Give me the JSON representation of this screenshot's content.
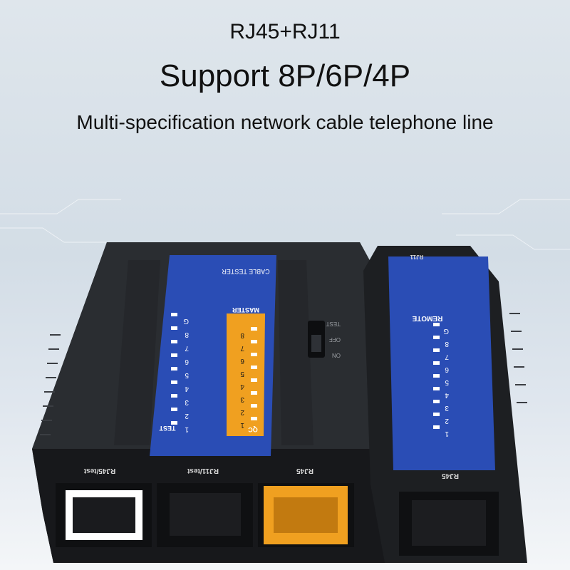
{
  "headline": {
    "line1": "RJ45+RJ11",
    "line2": "Support 8P/6P/4P",
    "line3": "Multi-specification network cable telephone line"
  },
  "main_unit": {
    "panel_title": "CABLE TESTER",
    "mode_label": "MASTER",
    "left_pins": [
      "G",
      "8",
      "7",
      "6",
      "5",
      "4",
      "3",
      "2",
      "1"
    ],
    "right_pins": [
      "8",
      "7",
      "6",
      "5",
      "4",
      "3",
      "2",
      "1"
    ],
    "test_label": "TEST",
    "qc_label": "QC",
    "switch_labels": [
      "TEST",
      "OFF",
      "ON"
    ],
    "port_labels": [
      "RJ45/test",
      "RJ11/test",
      "RJ45"
    ]
  },
  "remote_unit": {
    "top_label": "RJ11",
    "mode_label": "REMOTE",
    "pins": [
      "G",
      "8",
      "7",
      "6",
      "5",
      "4",
      "3",
      "2",
      "1"
    ],
    "port_label": "RJ45"
  },
  "colors": {
    "blue_panel": "#2a4db5",
    "orange_accent": "#f0a020",
    "body": "#1a1c1f"
  }
}
